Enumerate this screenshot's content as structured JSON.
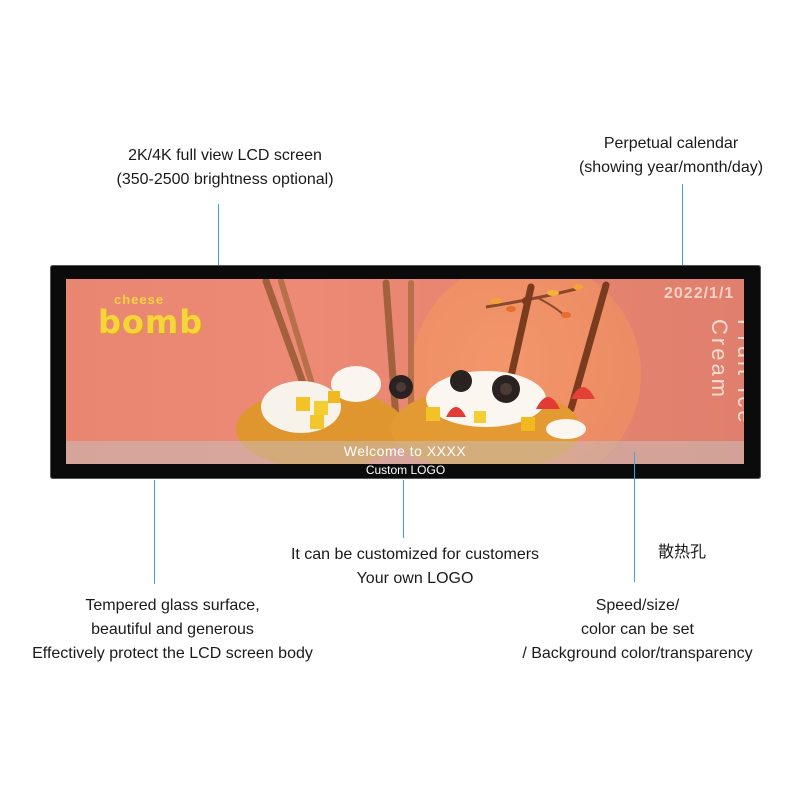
{
  "captions": {
    "lcd_line1": "2K/4K full view LCD screen",
    "lcd_line2": "(350-2500 brightness optional)",
    "calendar_line1": "Perpetual calendar",
    "calendar_line2": "(showing year/month/day)",
    "logo_line1": "It can be customized for customers",
    "logo_line2": "Your own LOGO",
    "vent": "散热孔",
    "glass_line1": "Tempered glass surface,",
    "glass_line2": "beautiful and generous",
    "glass_line3": "Effectively protect the LCD screen body",
    "speed_line1": "Speed/size/",
    "speed_line2": "color can be set",
    "speed_line3": "/ Background color/transparency"
  },
  "screen": {
    "brand_top": "cheese",
    "brand_main": "bomb",
    "date": "2022/1/1",
    "vertical_text": "Fruit Ice Cream",
    "welcome": "Welcome to XXXX",
    "custom_logo": "Custom LOGO"
  },
  "colors": {
    "leader_line": "#3aa6d6",
    "screen_bg": "#e98672",
    "brand": "#f7d43c",
    "bezel": "#0b0b0b"
  }
}
